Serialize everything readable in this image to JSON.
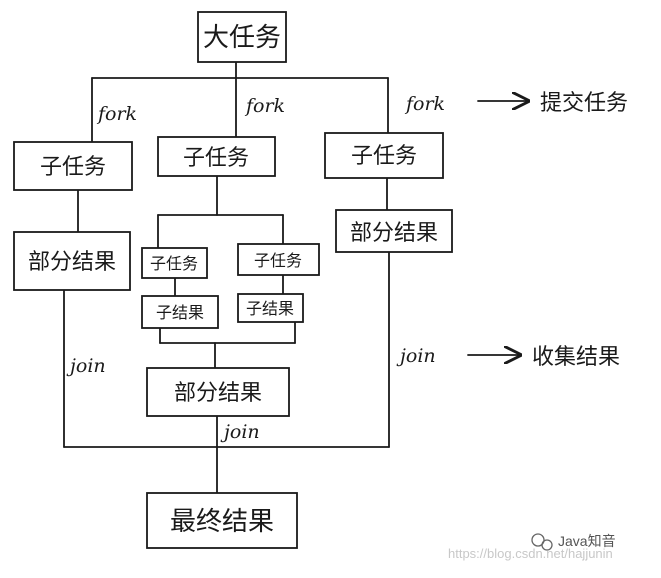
{
  "diagram": {
    "nodes": {
      "root": "大任务",
      "sub_left": "子任务",
      "sub_mid": "子任务",
      "sub_right": "子任务",
      "partial_left": "部分结果",
      "partial_right": "部分结果",
      "inner_sub_1": "子任务",
      "inner_sub_2": "子任务",
      "inner_res_1": "子结果",
      "inner_res_2": "子结果",
      "partial_mid": "部分结果",
      "final": "最终结果"
    },
    "edge_labels": {
      "fork_1": "fork",
      "fork_2": "fork",
      "fork_3": "fork",
      "join_left": "join",
      "join_center": "join",
      "join_right": "join"
    },
    "annotations": {
      "submit_task": "提交任务",
      "collect_results": "收集结果"
    }
  },
  "watermark": {
    "url": "https://blog.csdn.net/hajjunin",
    "brand": "Java知音"
  }
}
